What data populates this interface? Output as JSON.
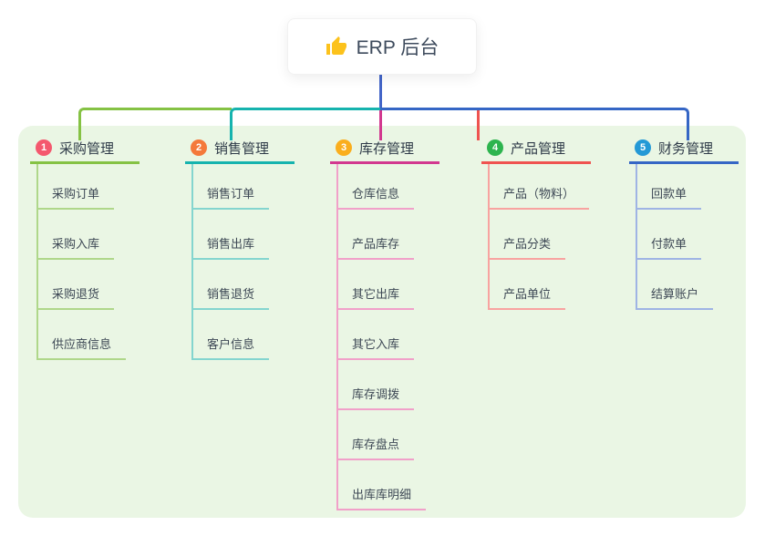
{
  "root": {
    "title": "ERP 后台",
    "icon": "thumbs-up"
  },
  "colors": {
    "stem": "#4365C8",
    "panel_bg": "#EAF6E4"
  },
  "branches": [
    {
      "index": "1",
      "title": "采购管理",
      "badge_color": "#F4586E",
      "line_color": "#85C244",
      "child_line_color": "#AFD78A",
      "children": [
        "采购订单",
        "采购入库",
        "采购退货",
        "供应商信息"
      ]
    },
    {
      "index": "2",
      "title": "销售管理",
      "badge_color": "#F4793B",
      "line_color": "#16B3AE",
      "child_line_color": "#84D5CF",
      "children": [
        "销售订单",
        "销售出库",
        "销售退货",
        "客户信息"
      ]
    },
    {
      "index": "3",
      "title": "库存管理",
      "badge_color": "#FAAE1D",
      "line_color": "#D2388F",
      "child_line_color": "#F1A0C9",
      "children": [
        "仓库信息",
        "产品库存",
        "其它出库",
        "其它入库",
        "库存调拨",
        "库存盘点",
        "出库库明细"
      ]
    },
    {
      "index": "4",
      "title": "产品管理",
      "badge_color": "#2DB44E",
      "line_color": "#EF5350",
      "child_line_color": "#F8A3A0",
      "children": [
        "产品（物料）",
        "产品分类",
        "产品单位"
      ]
    },
    {
      "index": "5",
      "title": "财务管理",
      "badge_color": "#2499D6",
      "line_color": "#3566C5",
      "child_line_color": "#9FB4E4",
      "children": [
        "回款单",
        "付款单",
        "结算账户"
      ]
    }
  ]
}
